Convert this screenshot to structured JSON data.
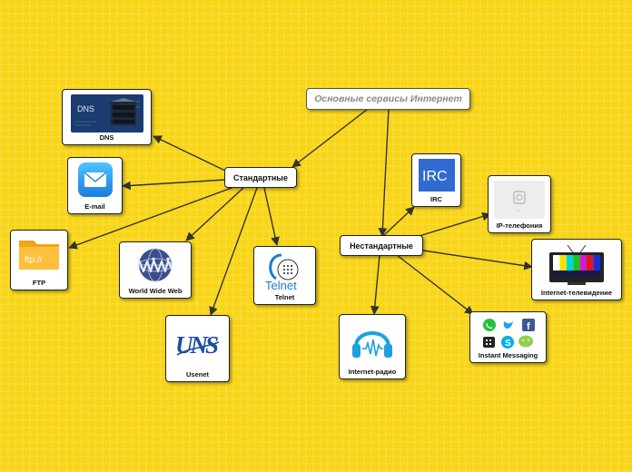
{
  "root": {
    "label": "Основные сервисы Интернет"
  },
  "hubs": {
    "standard": "Стандартные",
    "nonstandard": "Нестандартные"
  },
  "services": {
    "dns": "DNS",
    "email": "E-mail",
    "ftp": "FTP",
    "www": "World Wide Web",
    "usenet": "Usenet",
    "telnet": "Telnet",
    "irc": "IRC",
    "ip_phone": "IP-телефония",
    "internet_tv": "Internet-телевидение",
    "internet_radio": "Internet-радио",
    "instant_messaging": "Instant Messaging"
  },
  "logo_text": {
    "dns": "DNS",
    "ftp": "ftp://",
    "irc": "IRC",
    "telnet": "Telnet"
  },
  "icons": {
    "dns": "dns-server-icon",
    "email": "envelope-icon",
    "ftp": "folder-icon",
    "www": "globe-icon",
    "usenet": "usenet-logo-icon",
    "telnet": "telnet-logo-icon",
    "irc": "irc-icon",
    "ip_phone": "phone-icon",
    "internet_tv": "tv-icon",
    "internet_radio": "headphones-icon",
    "instant_messaging": "messenger-apps-icon"
  },
  "colors": {
    "background": "#f9d616",
    "edge": "#333333",
    "root_text": "#8a8a8a"
  }
}
